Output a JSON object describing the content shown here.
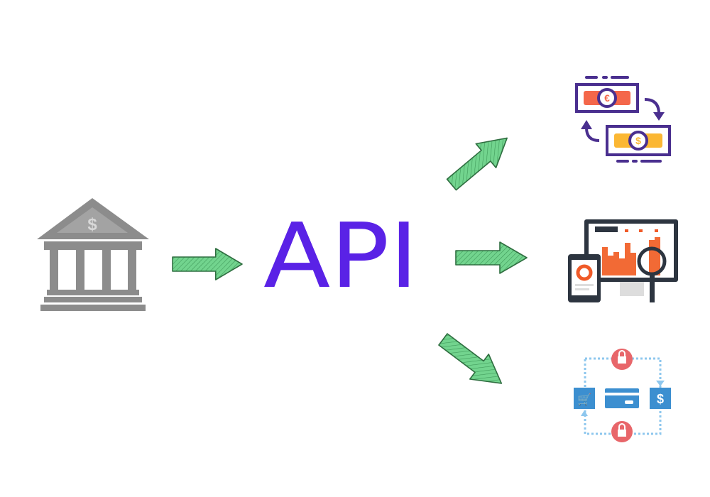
{
  "center": {
    "label": "API"
  },
  "source": {
    "name": "bank",
    "symbol": "$"
  },
  "targets": [
    {
      "name": "currency-exchange",
      "symbols": [
        "€",
        "$"
      ]
    },
    {
      "name": "analytics-dashboard"
    },
    {
      "name": "secure-payment",
      "symbol": "$"
    }
  ],
  "colors": {
    "api": "#5a22e6",
    "arrow": "#6cd18a",
    "arrow_edge": "#2f7a45",
    "bank": "#8c8c8c",
    "purple": "#4a2f8f"
  }
}
